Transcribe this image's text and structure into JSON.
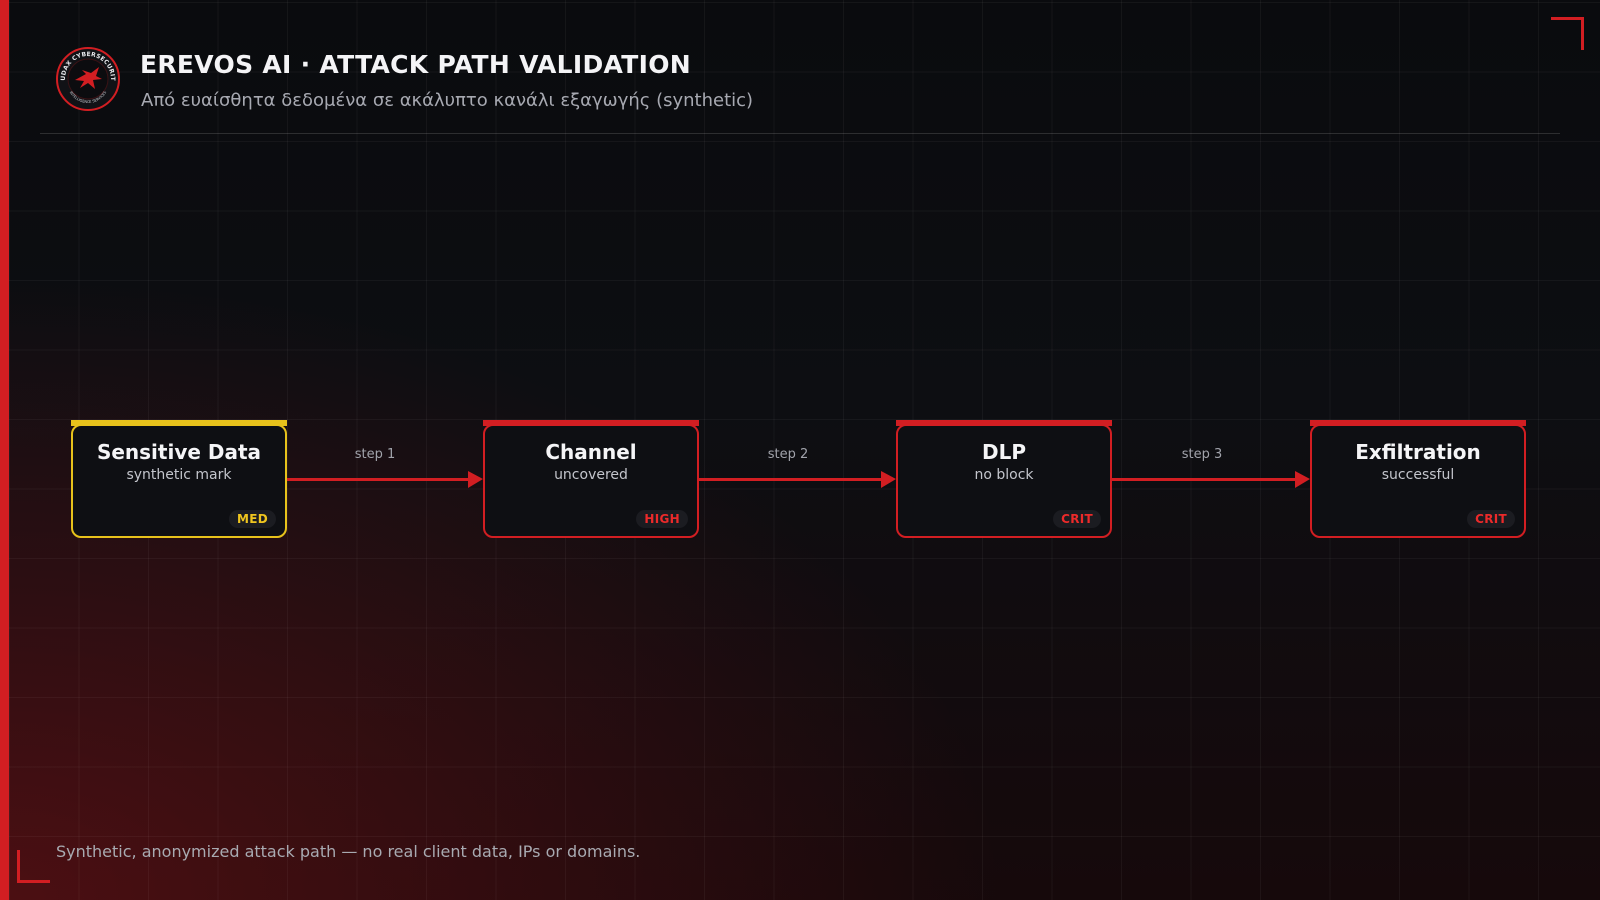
{
  "header": {
    "logo_text_top": "AUDAX CYBERSECURITY",
    "logo_text_bottom": "INTELLIGENCE SERVICES",
    "title": "EREVOS AI · ATTACK PATH VALIDATION",
    "subtitle": "Από ευαίσθητα δεδομένα σε ακάλυπτο κανάλι εξαγωγής (synthetic)"
  },
  "colors": {
    "accent": "#d21e22",
    "medium": "#e7c21b",
    "background": "#0b0c10"
  },
  "path": {
    "nodes": [
      {
        "title": "Sensitive Data",
        "subtitle": "synthetic mark",
        "severity": "MED"
      },
      {
        "title": "Channel",
        "subtitle": "uncovered",
        "severity": "HIGH"
      },
      {
        "title": "DLP",
        "subtitle": "no block",
        "severity": "CRIT"
      },
      {
        "title": "Exfiltration",
        "subtitle": "successful",
        "severity": "CRIT"
      }
    ],
    "edges": [
      {
        "label": "step 1"
      },
      {
        "label": "step 2"
      },
      {
        "label": "step 3"
      }
    ]
  },
  "footer": {
    "note": "Synthetic, anonymized attack path — no real client data, IPs or domains."
  }
}
